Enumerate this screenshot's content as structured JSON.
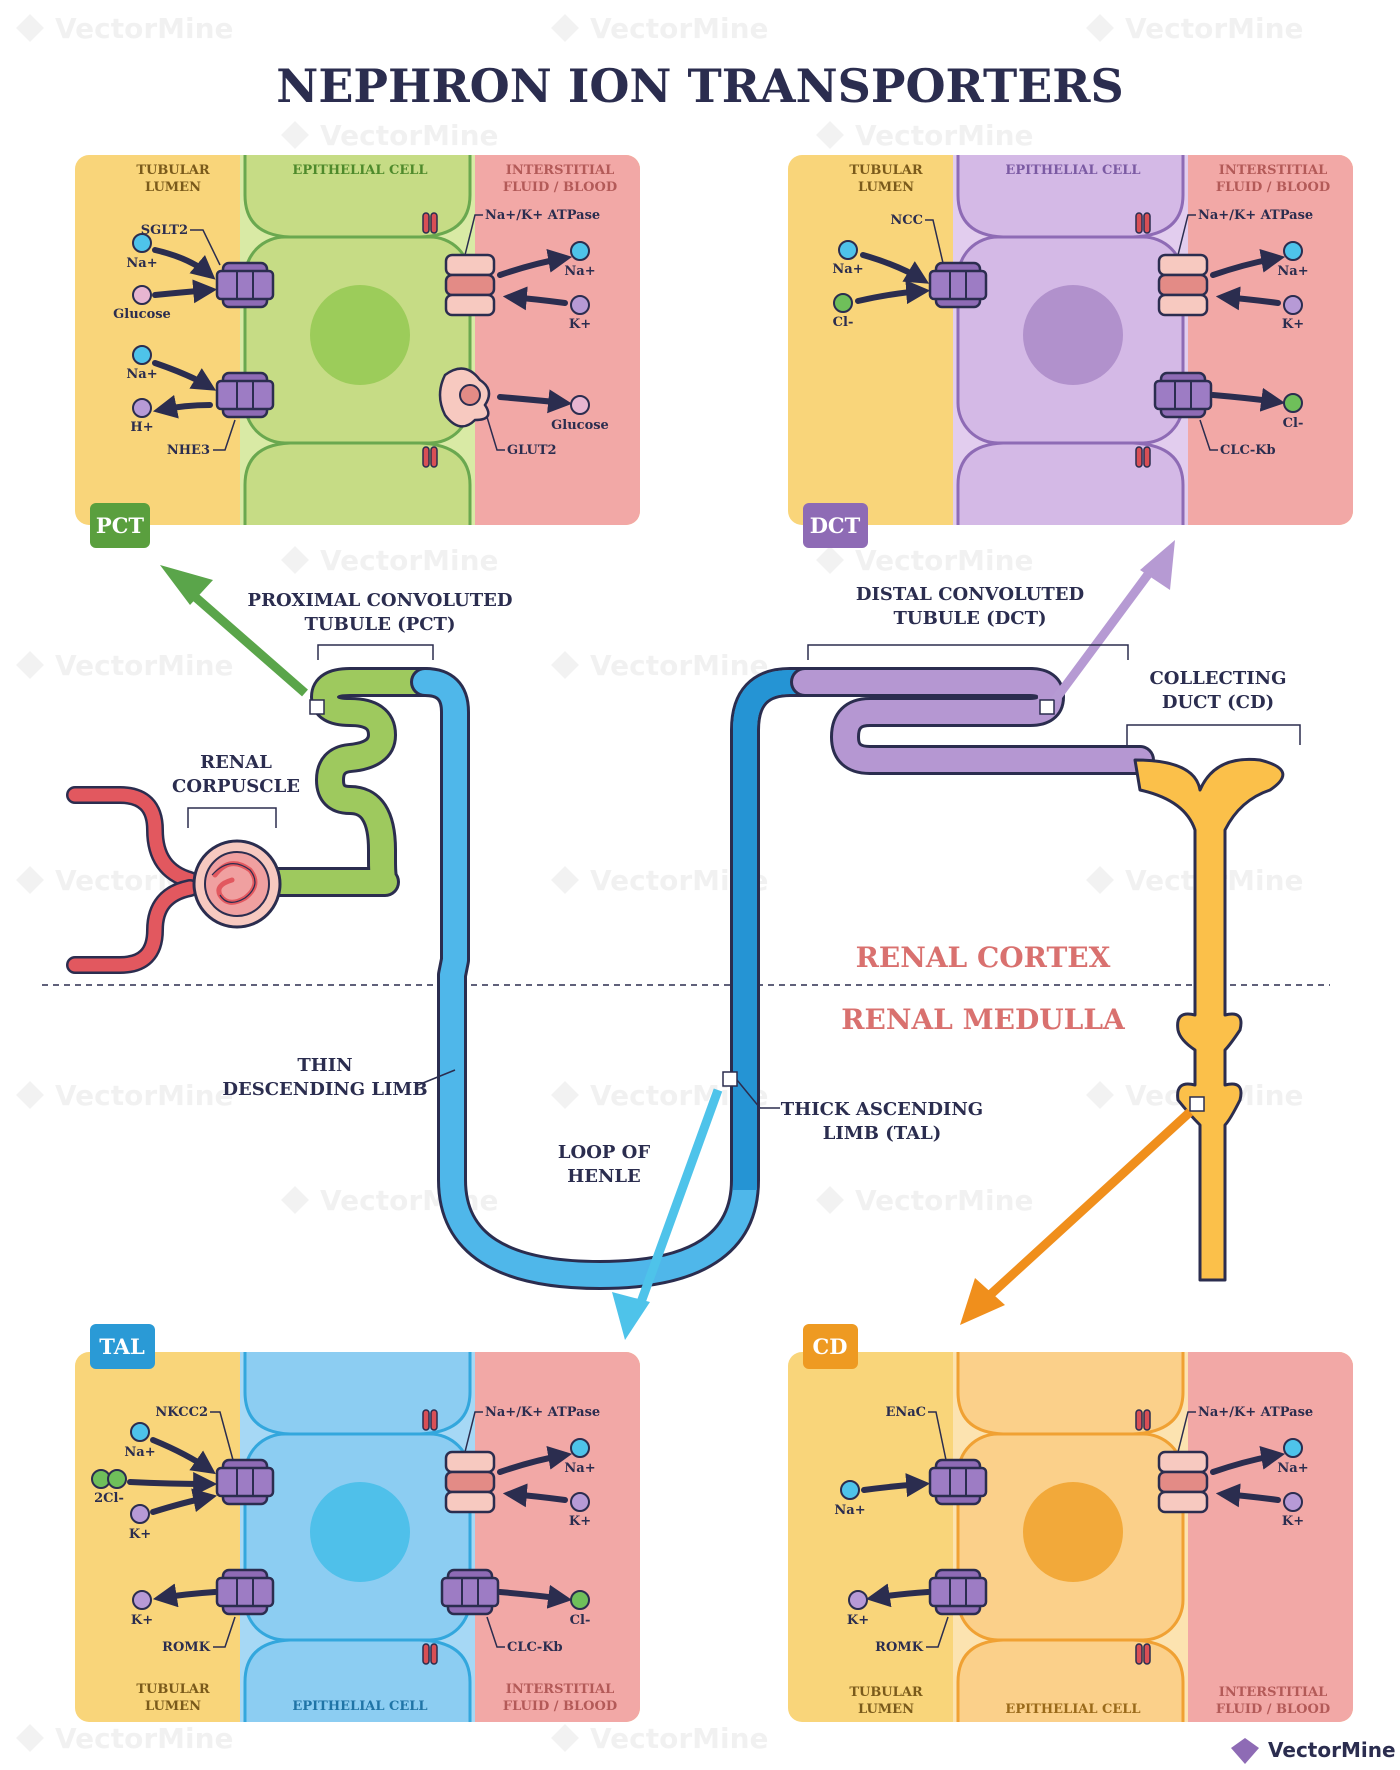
{
  "title": "NEPHRON ION TRANSPORTERS",
  "watermark": "VectorMine",
  "logo": "VectorMine",
  "zones": {
    "cortex": "RENAL CORTEX",
    "medulla": "RENAL MEDULLA"
  },
  "structure_labels": {
    "pct": [
      "PROXIMAL CONVOLUTED",
      "TUBULE (PCT)"
    ],
    "dct": [
      "DISTAL CONVOLUTED",
      "TUBULE (DCT)"
    ],
    "cd": [
      "COLLECTING",
      "DUCT (CD)"
    ],
    "corpuscle": [
      "RENAL",
      "CORPUSCLE"
    ],
    "thin": [
      "THIN",
      "DESCENDING LIMB"
    ],
    "loop": [
      "LOOP OF",
      "HENLE"
    ],
    "tal": [
      "THICK ASCENDING",
      "LIMB (TAL)"
    ]
  },
  "common": {
    "lumen": [
      "TUBULAR",
      "LUMEN"
    ],
    "epithelial": "EPITHELIAL CELL",
    "interstitial": [
      "INTERSTITIAL",
      "FLUID / BLOOD"
    ],
    "pump": "Na+/K+ ATPase",
    "na": "Na+",
    "k": "K+",
    "cl": "Cl-"
  },
  "panels": {
    "pct": {
      "badge": "PCT",
      "transporters": [
        "SGLT2",
        "NHE3",
        "GLUT2"
      ],
      "ions": {
        "glucose": "Glucose",
        "h": "H+"
      }
    },
    "dct": {
      "badge": "DCT",
      "transporters": [
        "NCC",
        "CLC-Kb"
      ]
    },
    "tal": {
      "badge": "TAL",
      "transporters": [
        "NKCC2",
        "ROMK",
        "CLC-Kb"
      ],
      "ions": {
        "two_cl": "2Cl-"
      }
    },
    "cd": {
      "badge": "CD",
      "transporters": [
        "ENaC",
        "ROMK"
      ]
    }
  },
  "colors": {
    "navy": "#2b2d4f",
    "lumen": "#f9d57a",
    "blood": "#f2a8a6",
    "pct": "#6aa84f",
    "dct": "#a783c9",
    "tal": "#33a7dd",
    "cd": "#f0a133",
    "sodium": "#4ec3ea",
    "potassium": "#b79ad6",
    "chloride": "#6fbf5a",
    "glucose": "#e7b5d1"
  }
}
